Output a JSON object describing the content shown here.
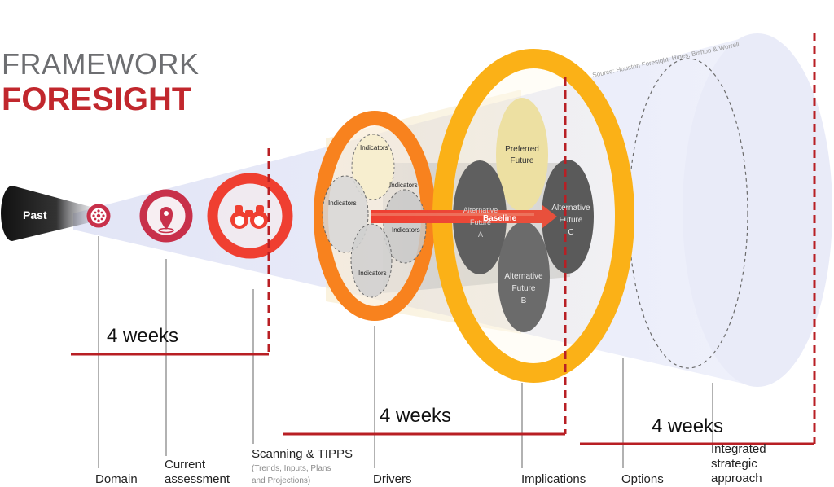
{
  "title": {
    "line1": "FRAMEWORK",
    "line2": "FORESIGHT"
  },
  "source": "Source: Houston Foresight–Hines, Bishop & Worrell",
  "past_label": "Past",
  "indicators": [
    "Indicators",
    "Indicators",
    "Indicators",
    "Indicators",
    "Indicators"
  ],
  "baseline_label": "Baseline",
  "futures": {
    "preferred": [
      "Preferred",
      "Future"
    ],
    "alt_a": [
      "Alternative",
      "Future",
      "A"
    ],
    "alt_b": [
      "Alternative",
      "Future",
      "B"
    ],
    "alt_c": [
      "Alternative",
      "Future",
      "C"
    ]
  },
  "stages": {
    "domain": "Domain",
    "current_assessment": [
      "Current",
      "assessment"
    ],
    "scanning": "Scanning & TIPPS",
    "scanning_sub": [
      "(Trends, Inputs, Plans",
      "and Projections)"
    ],
    "drivers": "Drivers",
    "implications": "Implications",
    "options": "Options",
    "integrated": [
      "Integrated",
      "strategic",
      "approach"
    ]
  },
  "timeline": [
    "4 weeks",
    "4 weeks",
    "4 weeks"
  ],
  "icons": [
    "target-icon",
    "location-pin-icon",
    "binoculars-icon"
  ],
  "colors": {
    "title_gray": "#6d6e71",
    "title_red": "#c1272d",
    "timeline_red": "#b81f24",
    "ring_domain": "#c8304a",
    "ring_scan": "#ef3f31",
    "ring_drivers": "#f8821e",
    "ring_implications": "#fbb117"
  }
}
